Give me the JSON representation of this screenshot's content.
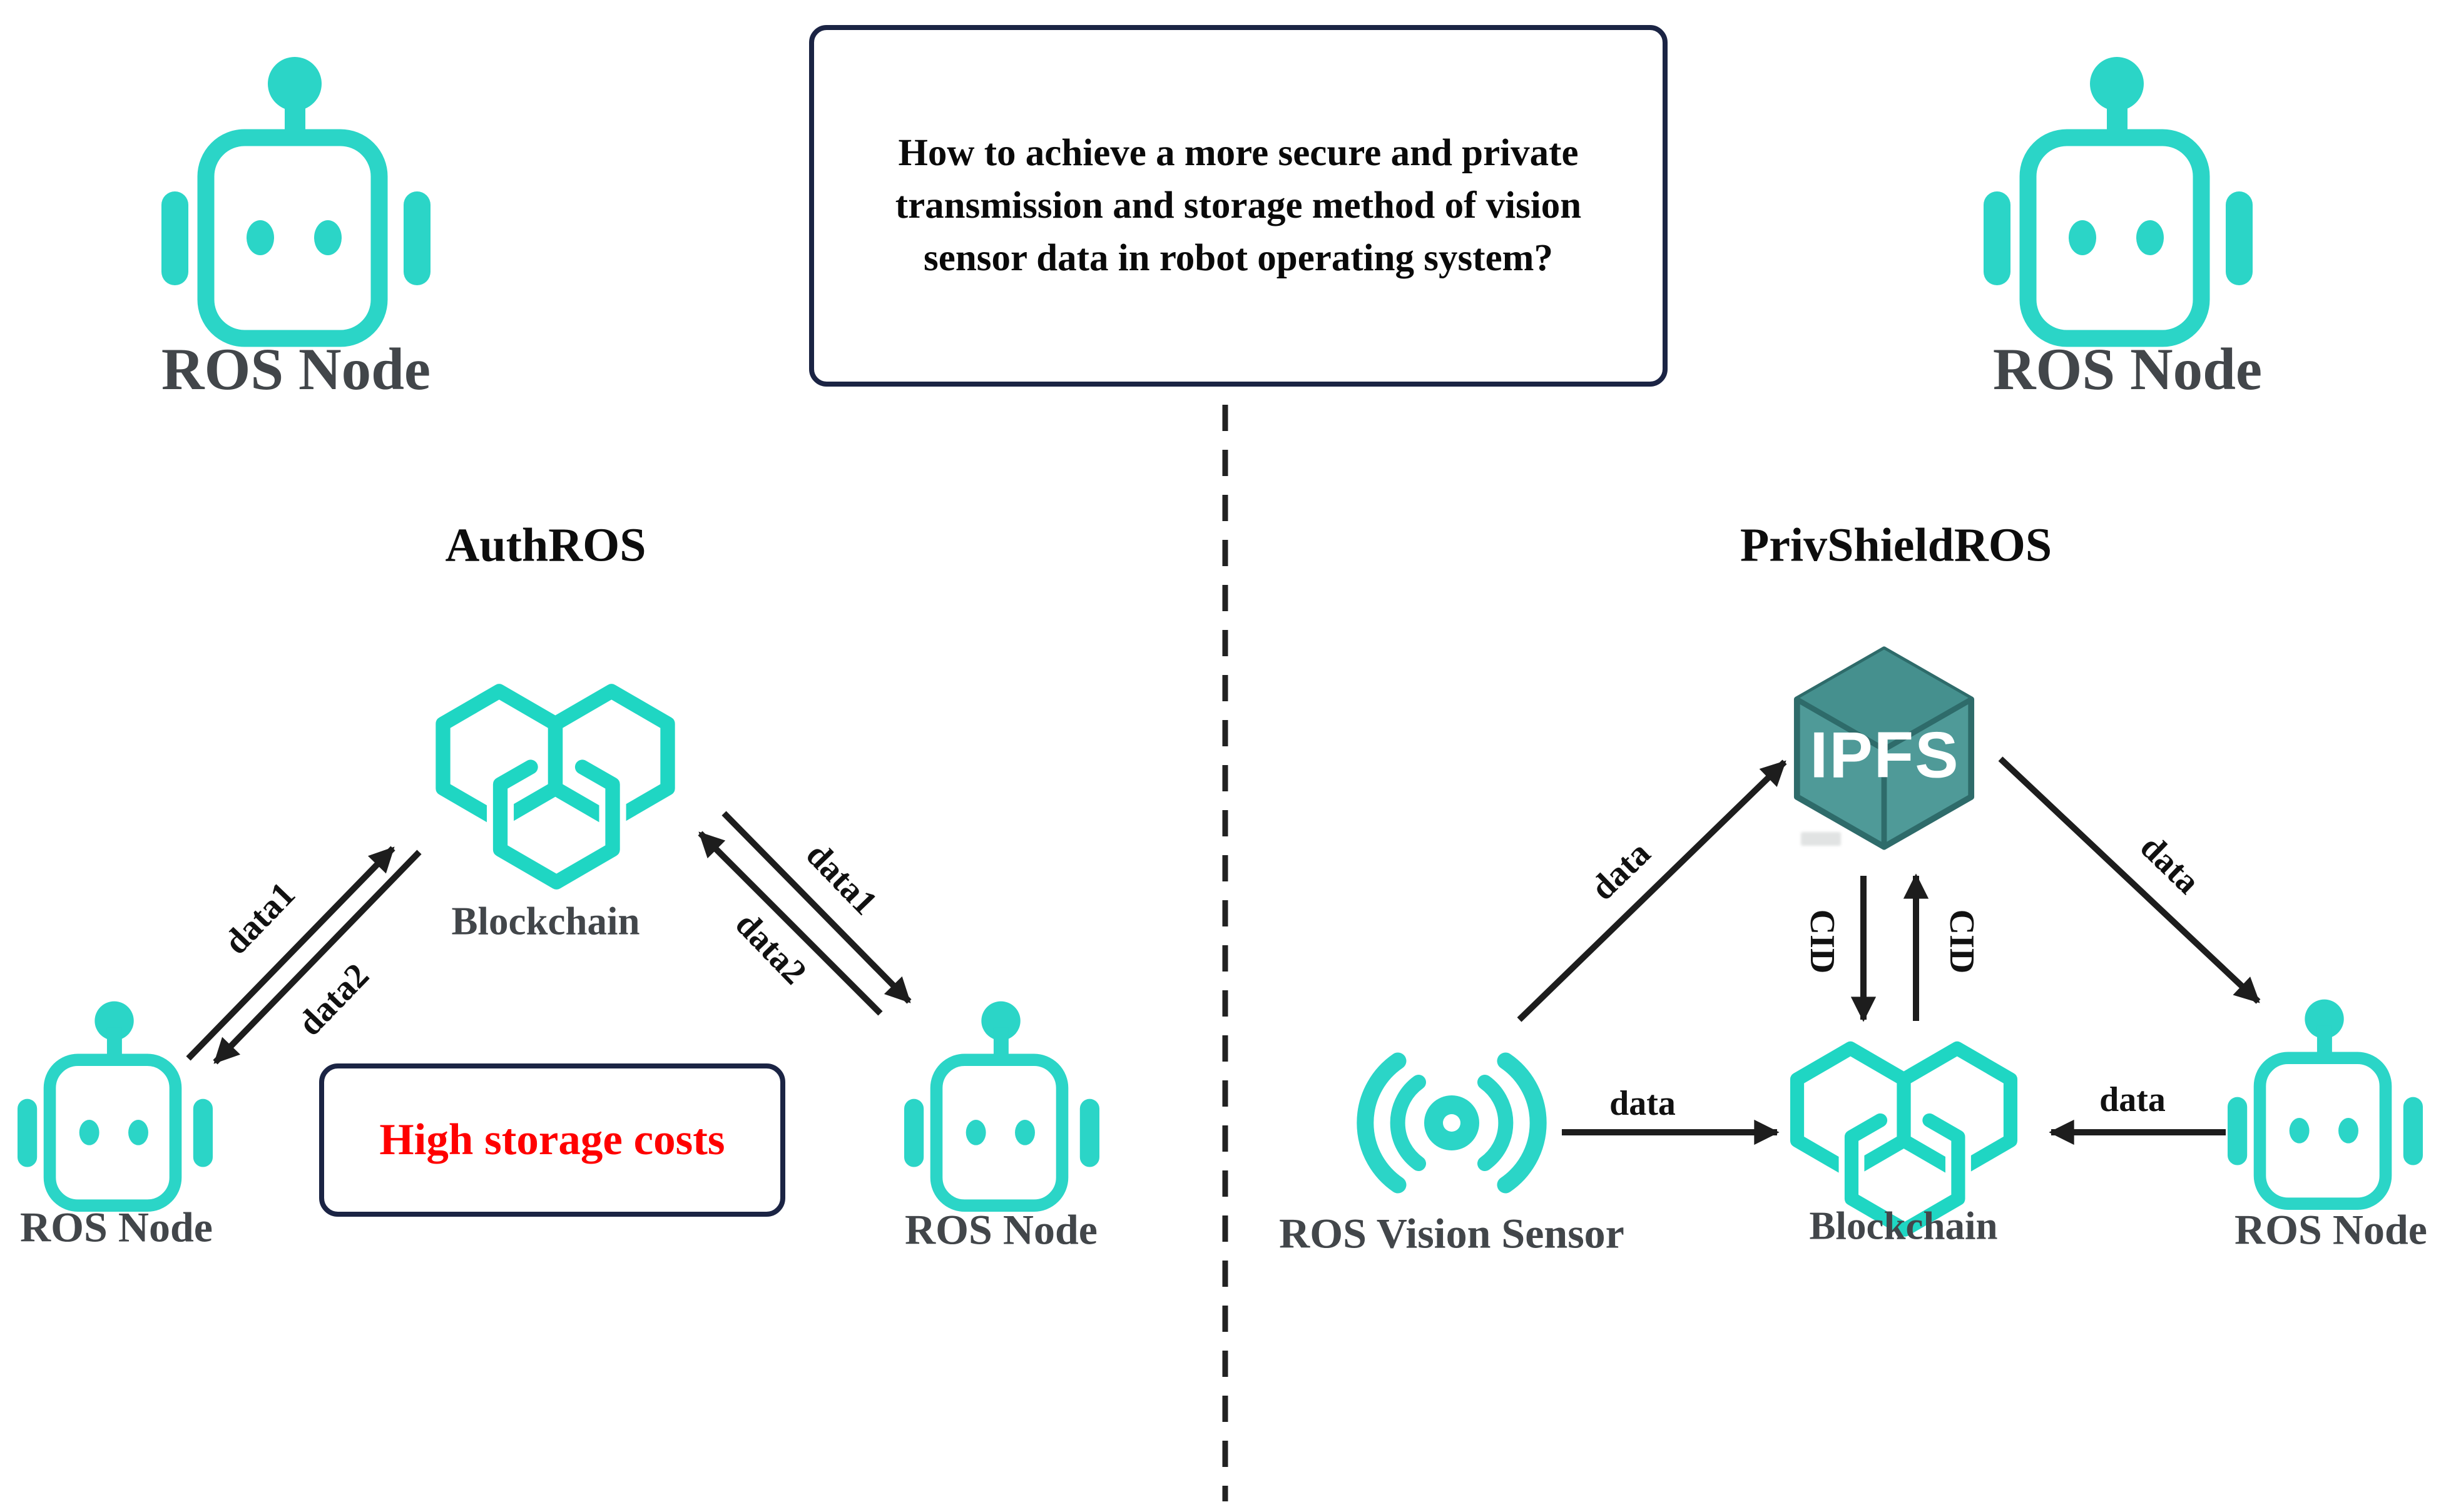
{
  "palette": {
    "teal": "#2bd5c7",
    "teal2": "#1fd6c3",
    "gray": "#42464a",
    "ink": "#0d0d0d",
    "red": "#ff0000",
    "navy": "#1b2444",
    "arrow": "#1d1d1d",
    "ipfs-face": "#4f9a98",
    "ipfs-top": "#45908e",
    "ipfs-edge": "#2e6b6a"
  },
  "header": {
    "question_lines": [
      "How to achieve a more secure and private",
      "transmission and storage method of vision",
      "sensor data in robot operating system?"
    ],
    "left_node_label": "ROS Node",
    "right_node_label": "ROS Node"
  },
  "authros": {
    "title": "AuthROS",
    "blockchain_label": "Blockchain",
    "warning_label": "High storage costs",
    "left_node_label": "ROS Node",
    "right_node_label": "ROS Node",
    "edge_labels": {
      "node1_to_chain": "data1",
      "chain_to_node1": "data2",
      "chain_to_node2": "data1",
      "node2_to_chain": "data2"
    }
  },
  "privshield": {
    "title": "PrivShieldROS",
    "ipfs_label": "IPFS",
    "blockchain_label": "Blockchain",
    "sensor_label": "ROS Vision Sensor",
    "node_label": "ROS Node",
    "edge_labels": {
      "sensor_to_ipfs": "data",
      "ipfs_to_node": "data",
      "ipfs_to_chain": "CID",
      "chain_to_ipfs": "CID",
      "sensor_to_chain": "data",
      "node_to_chain": "data"
    }
  },
  "icons": {
    "robot": "robot-head-icon",
    "blockchain": "linked-hexagons-icon",
    "ipfs": "ipfs-cube-icon",
    "vision_sensor": "signal-waves-icon"
  }
}
